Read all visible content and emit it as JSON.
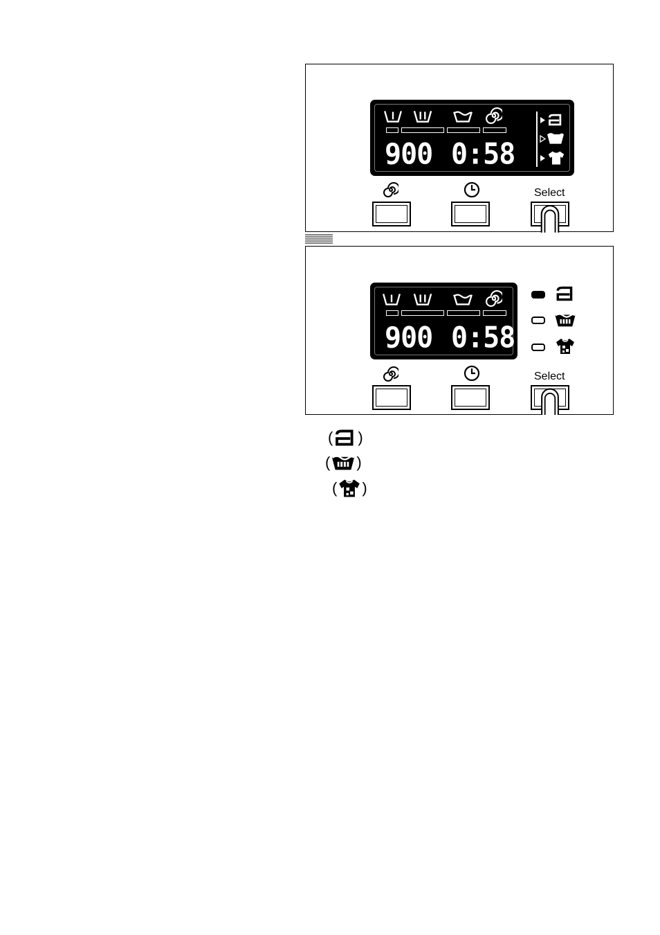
{
  "panel_top": {
    "display": {
      "speed": "900",
      "time": "0:58"
    },
    "buttons": {
      "select_label": "Select"
    },
    "options": [
      {
        "icon": "iron-icon",
        "marker": "filled-arrow"
      },
      {
        "icon": "wash-tub-icon",
        "marker": "outline-arrow"
      },
      {
        "icon": "shirt-icon",
        "marker": "filled-arrow"
      }
    ]
  },
  "panel_bottom": {
    "display": {
      "speed": "900",
      "time": "0:58"
    },
    "buttons": {
      "select_label": "Select"
    },
    "options": [
      {
        "icon": "iron-icon",
        "indicator": "on"
      },
      {
        "icon": "wash-tub-icon",
        "indicator": "off"
      },
      {
        "icon": "shirt-icon",
        "indicator": "off"
      }
    ]
  },
  "legend": [
    {
      "icon": "iron-icon",
      "open": "(",
      "close": ")"
    },
    {
      "icon": "wash-tub-icon",
      "open": "(",
      "close": ")"
    },
    {
      "icon": "shirt-icon",
      "open": "(",
      "close": ")"
    }
  ],
  "colors": {
    "lcd_background": "#000000",
    "lcd_segment": "#ffffff",
    "ink": "#000000"
  }
}
